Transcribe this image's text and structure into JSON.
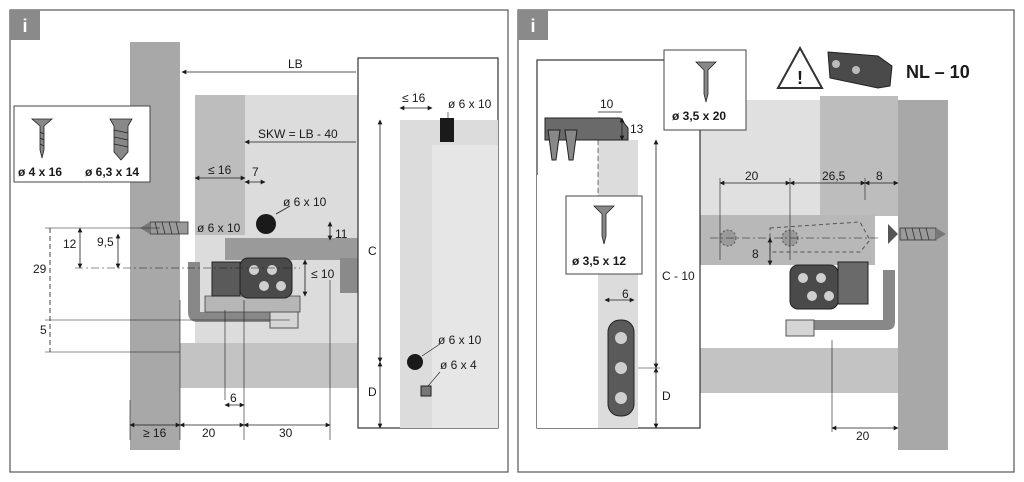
{
  "colors": {
    "panel_border": "#555555",
    "tag_bg": "#8a8a8a",
    "wall_gray": "#a8a8a8",
    "light_gray": "#d4d4d4",
    "mid_gray": "#c3c3c3",
    "dark": "#2a2a2a"
  },
  "left_panel": {
    "tag": "i",
    "screw_1": "ø 4 x 16",
    "screw_2": "ø 6,3 x 14",
    "lb": "LB",
    "skw": "SKW = LB - 40",
    "dim_le16_top": "≤ 16",
    "dim_le16_mid": "≤ 16",
    "dim_7": "7",
    "dim_6x10_a": "ø 6 x 10",
    "dim_6x10_b": "ø 6 x 10",
    "dim_6x10_c": "ø 6 x 10",
    "dim_6x10_d": "ø 6 x 10",
    "dim_6x4": "ø 6 x 4",
    "dim_11": "11",
    "dim_le10": "≤ 10",
    "dim_12": "12",
    "dim_9_5": "9,5",
    "dim_29": "29",
    "dim_5": "5",
    "dim_6": "6",
    "dim_ge16": "≥ 16",
    "dim_20": "20",
    "dim_30": "30",
    "dim_c": "C",
    "dim_d": "D"
  },
  "right_panel": {
    "tag": "i",
    "warning_code": "NL – 10",
    "screw_top": "ø 3,5 x 20",
    "screw_mid": "ø 3,5 x 12",
    "dim_10": "10",
    "dim_13": "13",
    "dim_20_top": "20",
    "dim_26_5": "26,5",
    "dim_8_top": "8",
    "dim_8_mid": "8",
    "dim_6": "6",
    "dim_c10": "C - 10",
    "dim_d": "D",
    "dim_20_bottom": "20"
  }
}
